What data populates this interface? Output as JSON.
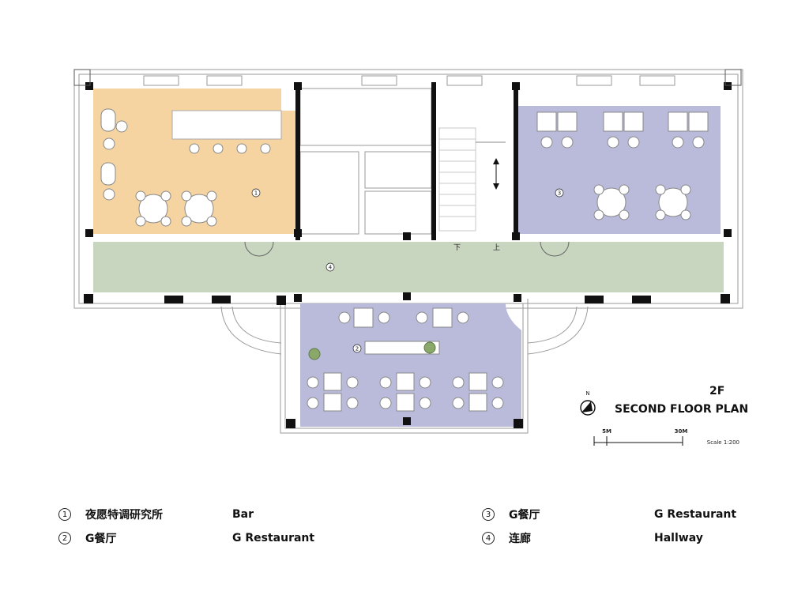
{
  "plan": {
    "floor_code": "2F",
    "title": "SECOND FLOOR PLAN",
    "north_label": "N",
    "scale_tick_1": "5M",
    "scale_tick_2": "30M",
    "scale_text": "Scale 1:200",
    "stair_down": "下",
    "stair_up": "上",
    "room_markers": [
      "1",
      "2",
      "3",
      "4"
    ]
  },
  "colors": {
    "bar": "#f5d4a1",
    "restaurant": "#babbda",
    "hallway": "#c9d6bf",
    "wall": "#111111",
    "line": "#9a9a9a"
  },
  "legend": [
    {
      "num": "1",
      "cn": "夜愿特调研究所",
      "en": "Bar"
    },
    {
      "num": "2",
      "cn": "G餐厅",
      "en": "G Restaurant"
    },
    {
      "num": "3",
      "cn": "G餐厅",
      "en": "G Restaurant"
    },
    {
      "num": "4",
      "cn": "连廊",
      "en": "Hallway"
    }
  ]
}
